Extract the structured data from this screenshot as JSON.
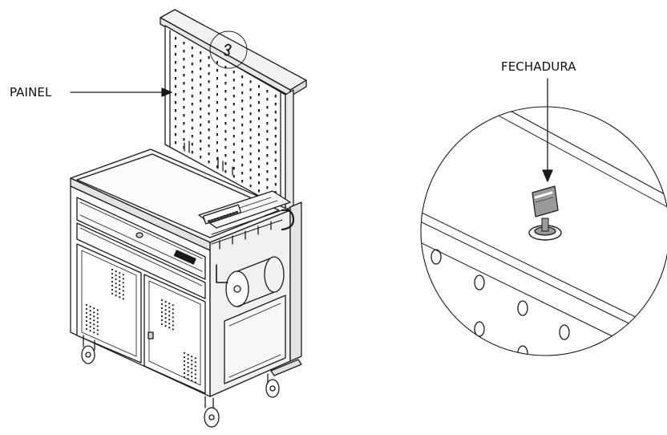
{
  "labels": {
    "panel": "PAINEL",
    "lock": "FECHADURA"
  },
  "colors": {
    "line": "#1a1a1a",
    "metal": "#f2f2f2",
    "key": "#9a9a9a",
    "background": "#ffffff"
  },
  "icons": {
    "cart": "tool-cart-illustration",
    "lock": "key-lock-icon",
    "magnifier": "detail-circle"
  }
}
